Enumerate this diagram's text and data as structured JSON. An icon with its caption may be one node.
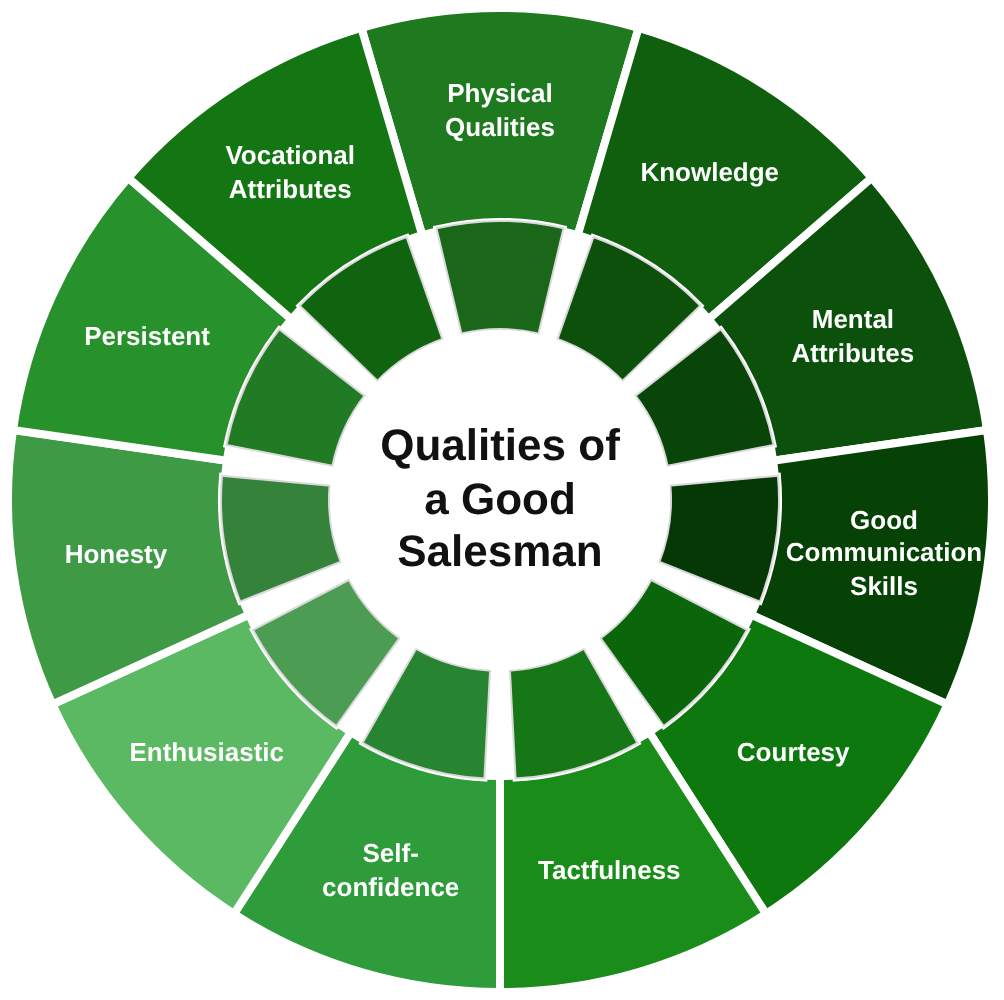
{
  "diagram": {
    "nodes": [
      {
        "text": [
          "Qualities of a Good Salesman"
        ]
      },
      {
        "text": [
          "Physical Qualities"
        ]
      },
      {
        "text": [
          "Knowledge"
        ]
      },
      {
        "text": [
          "Mental Attributes"
        ]
      },
      {
        "text": [
          "Good Communication Skills"
        ]
      },
      {
        "text": [
          "Courtesy"
        ]
      },
      {
        "text": [
          "Tactfulness"
        ]
      },
      {
        "text": [
          "Self-confidence"
        ]
      },
      {
        "text": [
          "Enthusiastic"
        ]
      },
      {
        "text": [
          "Honesty"
        ]
      },
      {
        "text": [
          "Persistent"
        ]
      },
      {
        "text": [
          "Vocational Attributes"
        ]
      }
    ]
  }
}
